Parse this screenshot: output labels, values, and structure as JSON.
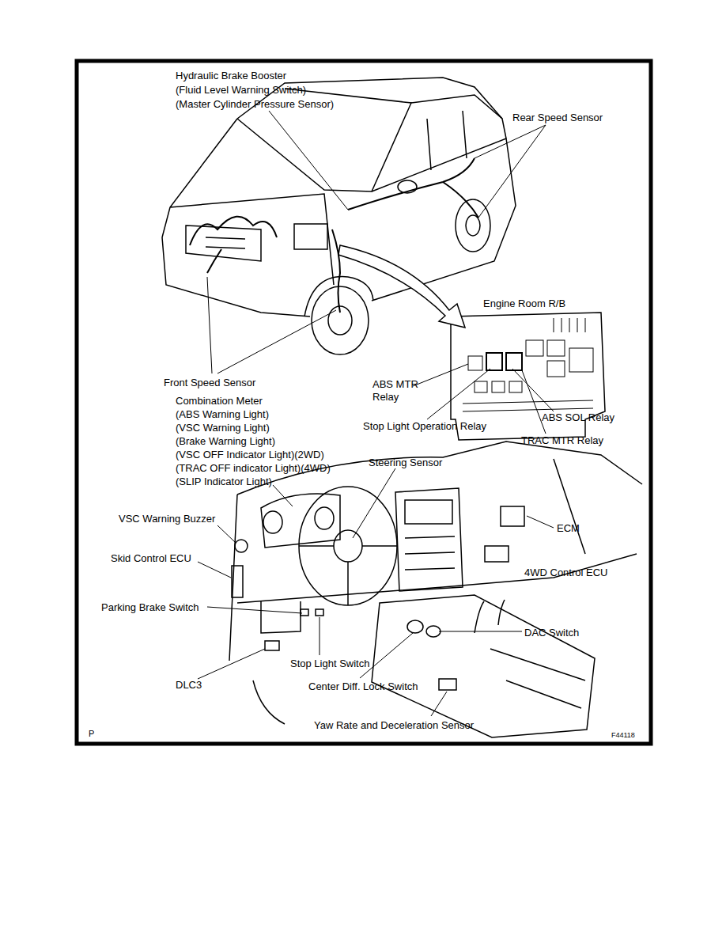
{
  "diagram": {
    "labels": [
      "Hydraulic Brake Booster",
      "(Fluid Level Warning Switch)",
      "(Master Cylinder Pressure Sensor)",
      "Rear Speed Sensor",
      "Engine Room R/B",
      "Front Speed Sensor",
      "ABS MTR Relay",
      "Combination Meter",
      "(ABS Warning Light)",
      "(VSC Warning Light)",
      "(Brake Warning Light)",
      "(VSC OFF Indicator Light)(2WD)",
      "(TRAC OFF indicator Light)(4WD)",
      "(SLIP Indicator Light)",
      "ABS SOL Relay",
      "Stop Light Operation Relay",
      "TRAC MTR Relay",
      "Steering Sensor",
      "VSC Warning Buzzer",
      "ECM",
      "Skid Control ECU",
      "4WD Control ECU",
      "Parking Brake Switch",
      "DAC Switch",
      "Stop Light Switch",
      "DLC3",
      "Center Diff. Lock Switch",
      "Yaw Rate and Deceleration Sensor",
      "P",
      "F44118"
    ]
  }
}
